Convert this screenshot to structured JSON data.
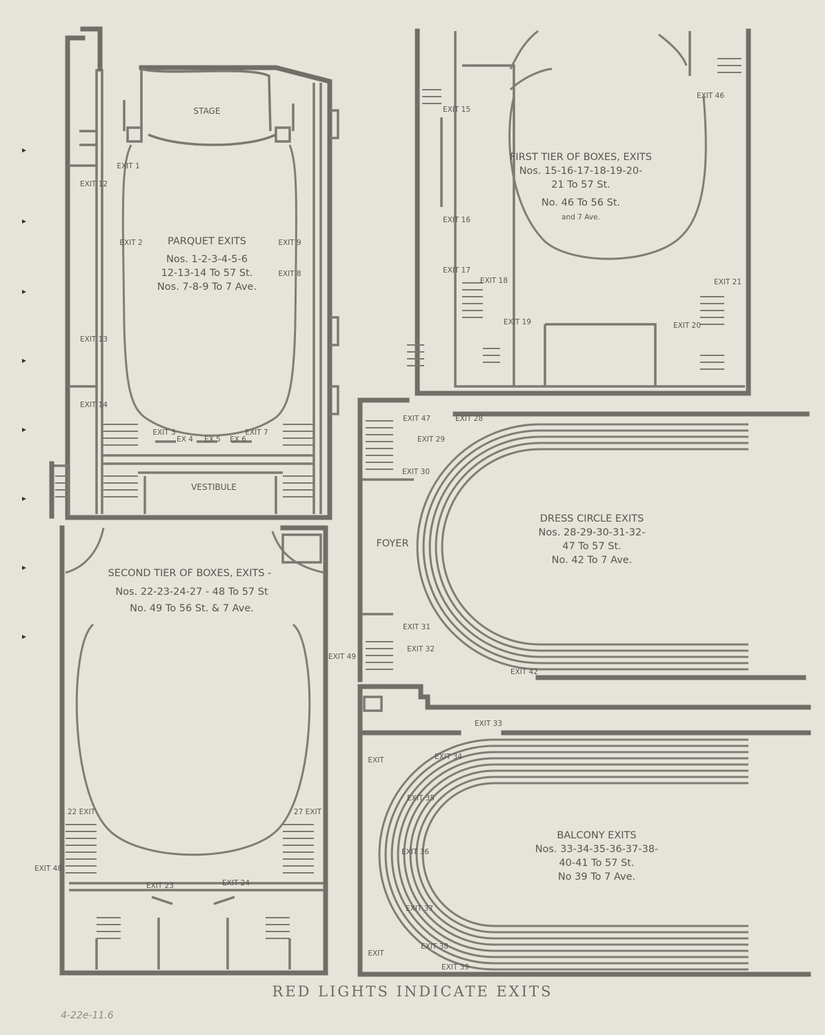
{
  "footer": "RED LIGHTS INDICATE EXITS",
  "archive_note": "4-22e-11.6",
  "parquet": {
    "stage_label": "STAGE",
    "vestibule_label": "VESTIBULE",
    "title": "PARQUET EXITS",
    "lines": [
      "Nos. 1-2-3-4-5-6",
      "12-13-14 To 57 St.",
      "Nos. 7-8-9 To 7 Ave."
    ],
    "exits": [
      "EXIT 1",
      "EXIT 2",
      "EXIT 3",
      "EX 4",
      "EX 5",
      "EX 6",
      "EXIT 7",
      "EXIT 8",
      "EXIT 9",
      "EXIT 12",
      "EXIT 13",
      "EXIT 14"
    ]
  },
  "first_tier": {
    "title": "FIRST TIER OF BOXES, EXITS",
    "lines": [
      "Nos. 15-16-17-18-19-20-",
      "21 To 57 St.",
      "No. 46 To 56 St.",
      "and 7 Ave."
    ],
    "exits": [
      "EXIT 15",
      "EXIT 16",
      "EXIT 17",
      "EXIT 18",
      "EXIT 19",
      "EXIT 20",
      "EXIT 21",
      "EXIT 46"
    ]
  },
  "second_tier": {
    "title": "SECOND TIER OF BOXES, EXITS -",
    "lines": [
      "Nos. 22-23-24-27 - 48 To 57 St",
      "No. 49 To 56 St. & 7 Ave."
    ],
    "exits": [
      "22 EXIT",
      "EXIT 23",
      "EXIT 24",
      "27 EXIT",
      "EXIT 48",
      "EXIT 49"
    ]
  },
  "dress_circle": {
    "foyer_label": "FOYER",
    "title": "DRESS CIRCLE EXITS",
    "lines": [
      "Nos. 28-29-30-31-32-",
      "47 To 57 St.",
      "No. 42 To 7 Ave."
    ],
    "exits": [
      "EXIT 47",
      "EXIT 28",
      "EXIT 29",
      "EXIT 30",
      "EXIT 31",
      "EXIT 32",
      "EXIT 42"
    ]
  },
  "balcony": {
    "title": "BALCONY EXITS",
    "lines": [
      "Nos. 33-34-35-36-37-38-",
      "40-41 To 57 St.",
      "No 39 To 7 Ave."
    ],
    "exits": [
      "EXIT 33",
      "EXIT 34",
      "EXIT 35",
      "EXIT 36",
      "EXIT 37",
      "EXIT 38",
      "EXIT 39",
      "EXIT",
      "EXIT"
    ]
  }
}
